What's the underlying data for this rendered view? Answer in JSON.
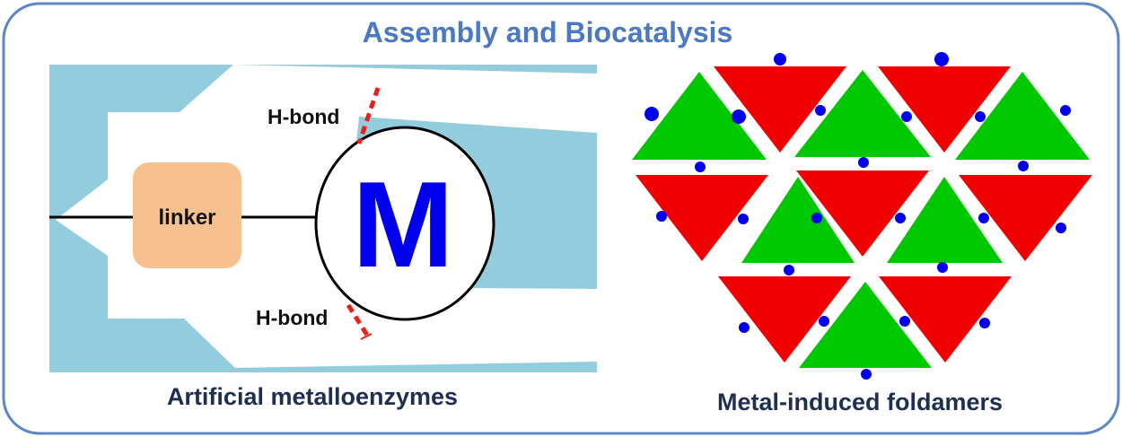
{
  "title": "Assembly and Biocatalysis",
  "left_panel": {
    "caption": "Artificial metalloenzymes",
    "linker_label": "linker",
    "metal_label": "M",
    "hbond_top_label": "H-bond",
    "hbond_bottom_label": "H-bond"
  },
  "right_panel": {
    "caption": "Metal-induced foldamers"
  },
  "colors": {
    "frame": "#5b87c8",
    "title": "#4a78c2",
    "caption": "#1f2f4f",
    "protein": "#93cddd",
    "linker_box": "#f7c08f",
    "metal_text": "#0000ee",
    "hbond": "#e8201a",
    "triangle_green": "#00c800",
    "triangle_red": "#f00000",
    "metal_dot": "#0000ee"
  }
}
